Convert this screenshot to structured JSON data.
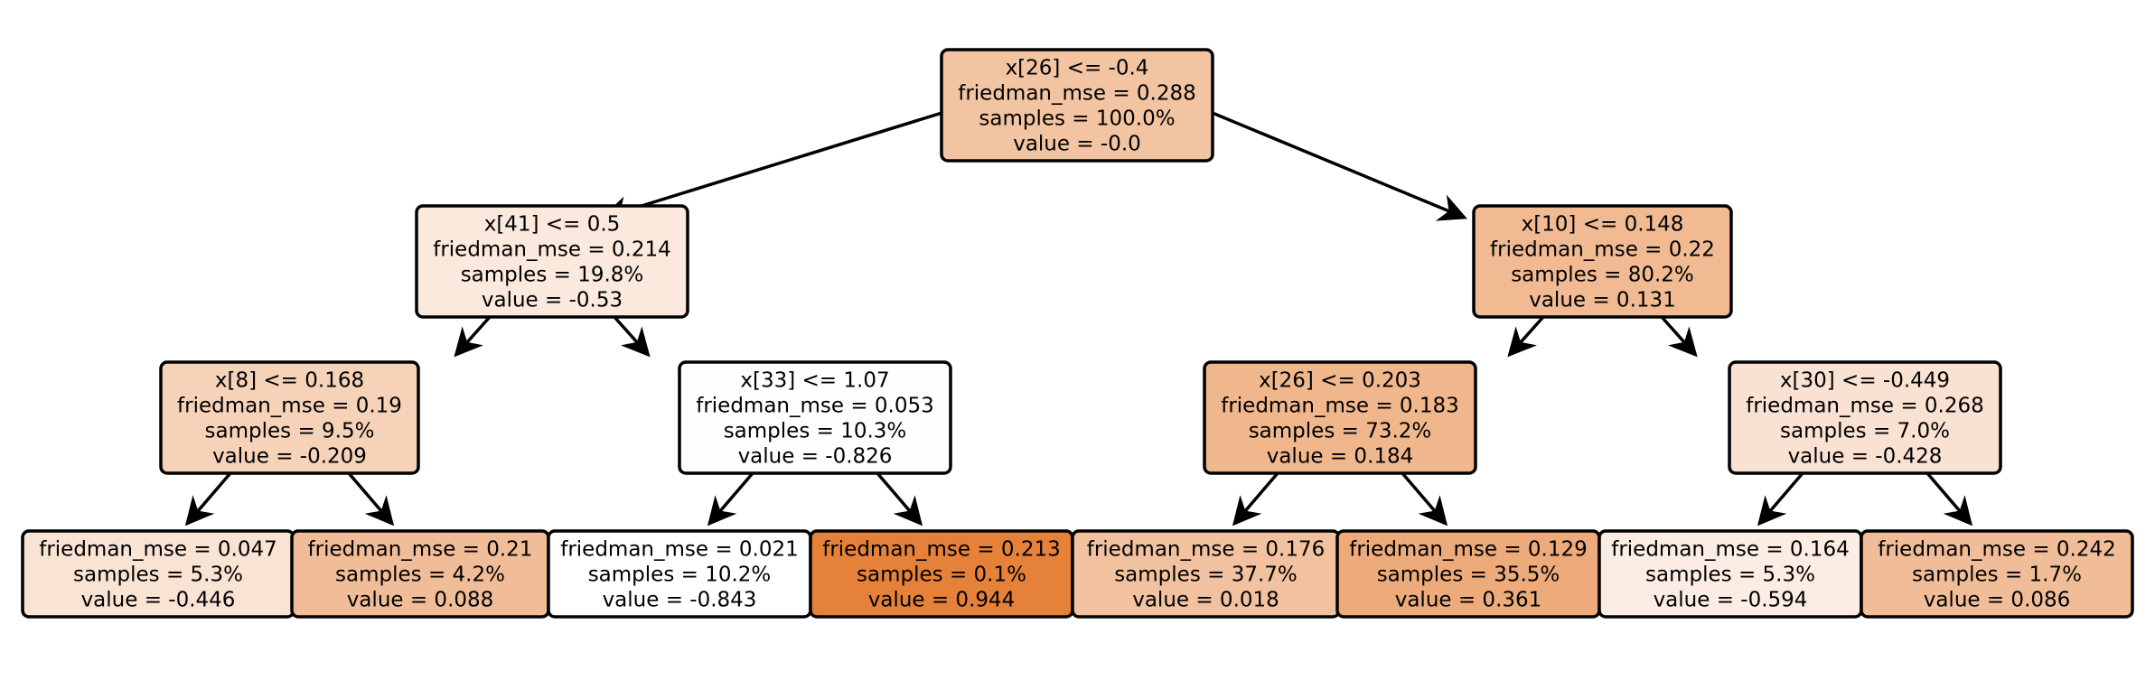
{
  "diagram": {
    "type": "decision-tree-regressor",
    "color_scale": {
      "low": "#ffffff",
      "high": "#e58139"
    },
    "edge_color": "#000000",
    "node_border_color": "#000000",
    "value_range": [
      -0.843,
      0.944
    ],
    "nodes": [
      {
        "id": "n0",
        "lines": [
          "x[26] <= -0.4",
          "friedman_mse = 0.288",
          "samples = 100.0%",
          "value = -0.0"
        ],
        "value": -0.0
      },
      {
        "id": "n1",
        "lines": [
          "x[41] <= 0.5",
          "friedman_mse = 0.214",
          "samples = 19.8%",
          "value = -0.53"
        ],
        "value": -0.53
      },
      {
        "id": "n2",
        "lines": [
          "x[10] <= 0.148",
          "friedman_mse = 0.22",
          "samples = 80.2%",
          "value = 0.131"
        ],
        "value": 0.131
      },
      {
        "id": "n3",
        "lines": [
          "x[8] <= 0.168",
          "friedman_mse = 0.19",
          "samples = 9.5%",
          "value = -0.209"
        ],
        "value": -0.209
      },
      {
        "id": "n4",
        "lines": [
          "x[33] <= 1.07",
          "friedman_mse = 0.053",
          "samples = 10.3%",
          "value = -0.826"
        ],
        "value": -0.826
      },
      {
        "id": "n5",
        "lines": [
          "x[26] <= 0.203",
          "friedman_mse = 0.183",
          "samples = 73.2%",
          "value = 0.184"
        ],
        "value": 0.184
      },
      {
        "id": "n6",
        "lines": [
          "x[30] <= -0.449",
          "friedman_mse = 0.268",
          "samples = 7.0%",
          "value = -0.428"
        ],
        "value": -0.428
      },
      {
        "id": "n7",
        "lines": [
          "friedman_mse = 0.047",
          "samples = 5.3%",
          "value = -0.446"
        ],
        "value": -0.446
      },
      {
        "id": "n8",
        "lines": [
          "friedman_mse = 0.21",
          "samples = 4.2%",
          "value = 0.088"
        ],
        "value": 0.088
      },
      {
        "id": "n9",
        "lines": [
          "friedman_mse = 0.021",
          "samples = 10.2%",
          "value = -0.843"
        ],
        "value": -0.843
      },
      {
        "id": "n10",
        "lines": [
          "friedman_mse = 0.213",
          "samples = 0.1%",
          "value = 0.944"
        ],
        "value": 0.944
      },
      {
        "id": "n11",
        "lines": [
          "friedman_mse = 0.176",
          "samples = 37.7%",
          "value = 0.018"
        ],
        "value": 0.018
      },
      {
        "id": "n12",
        "lines": [
          "friedman_mse = 0.129",
          "samples = 35.5%",
          "value = 0.361"
        ],
        "value": 0.361
      },
      {
        "id": "n13",
        "lines": [
          "friedman_mse = 0.164",
          "samples = 5.3%",
          "value = -0.594"
        ],
        "value": -0.594
      },
      {
        "id": "n14",
        "lines": [
          "friedman_mse = 0.242",
          "samples = 1.7%",
          "value = 0.086"
        ],
        "value": 0.086
      }
    ],
    "edges": [
      [
        "n0",
        "n1"
      ],
      [
        "n0",
        "n2"
      ],
      [
        "n1",
        "n3"
      ],
      [
        "n1",
        "n4"
      ],
      [
        "n2",
        "n5"
      ],
      [
        "n2",
        "n6"
      ],
      [
        "n3",
        "n7"
      ],
      [
        "n3",
        "n8"
      ],
      [
        "n4",
        "n9"
      ],
      [
        "n4",
        "n10"
      ],
      [
        "n5",
        "n11"
      ],
      [
        "n5",
        "n12"
      ],
      [
        "n6",
        "n13"
      ],
      [
        "n6",
        "n14"
      ]
    ]
  }
}
